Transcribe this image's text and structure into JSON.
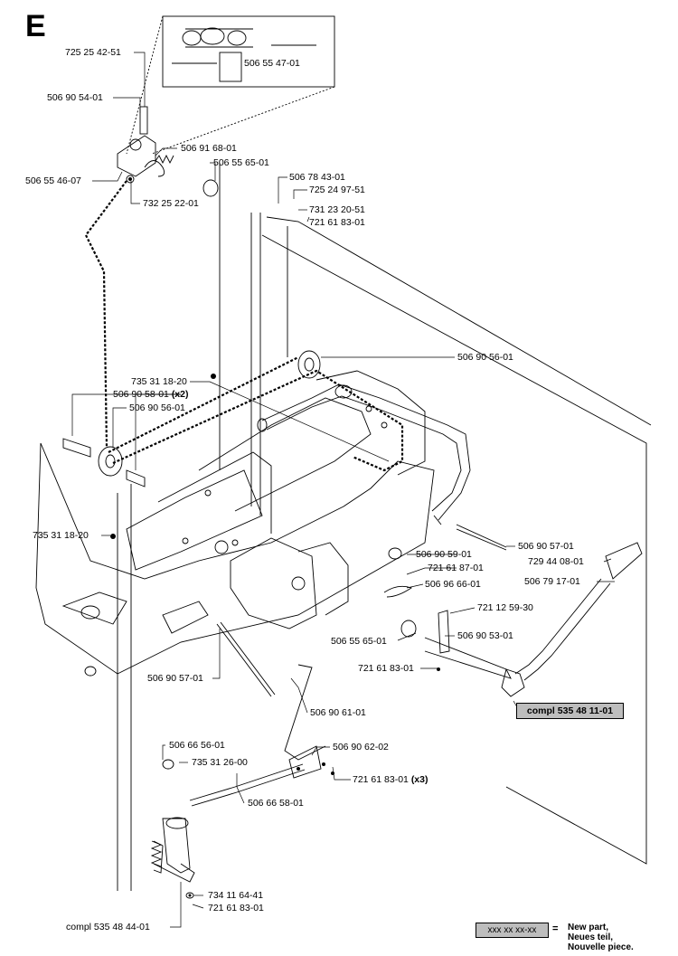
{
  "section_letter": "E",
  "labels": {
    "l_725254251": "725 25 42-51",
    "l_506554701": "506 55 47-01",
    "l_506905401": "506 90 54-01",
    "l_506916801": "506 91 68-01",
    "l_506556501_top": "506 55 65-01",
    "l_506554607": "506 55 46-07",
    "l_732252201": "732 25 22-01",
    "l_506784301": "506 78 43-01",
    "l_725249751": "725 24 97-51",
    "l_731232051": "731 23 20-51",
    "l_721618301_top": "721 61 83-01",
    "l_506905601_top": "506 90 56-01",
    "l_735311820_mid": "735 31 18-20",
    "l_506905801": "506 90 58-01",
    "l_506905801_qty": "(x2)",
    "l_506905601_mid": "506 90 56-01",
    "l_735311820_left": "735 31 18-20",
    "l_506905901": "506 90 59-01",
    "l_506905701_right": "506 90 57-01",
    "l_721618701": "721 61 87-01",
    "l_729440801": "729 44 08-01",
    "l_506966601": "506 96 66-01",
    "l_506791701": "506 79 17-01",
    "l_721125930": "721 12 59-30",
    "l_506556501_bot": "506 55 65-01",
    "l_506905301": "506 90 53-01",
    "l_721618301_mid": "721 61 83-01",
    "l_506905701_bot": "506 90 57-01",
    "l_506906101": "506 90 61-01",
    "l_506665601": "506 66 56-01",
    "l_506906202": "506 90 62-02",
    "l_735312600": "735 31 26-00",
    "l_721618301_x3": "721 61 83-01",
    "l_x3_qty": "(x3)",
    "l_506665801": "506 66 58-01",
    "l_734116441": "734 11 64-41",
    "l_721618301_bot": "721 61 83-01",
    "l_compl_535484401": "compl 535 48 44-01",
    "l_compl_535481101": "compl 535 48 11-01"
  },
  "legend": {
    "box_text": "xxx xx xx-xx",
    "equals": "=",
    "line1": "New part,",
    "line2": "Neues teil,",
    "line3": "Nouvelle piece."
  }
}
